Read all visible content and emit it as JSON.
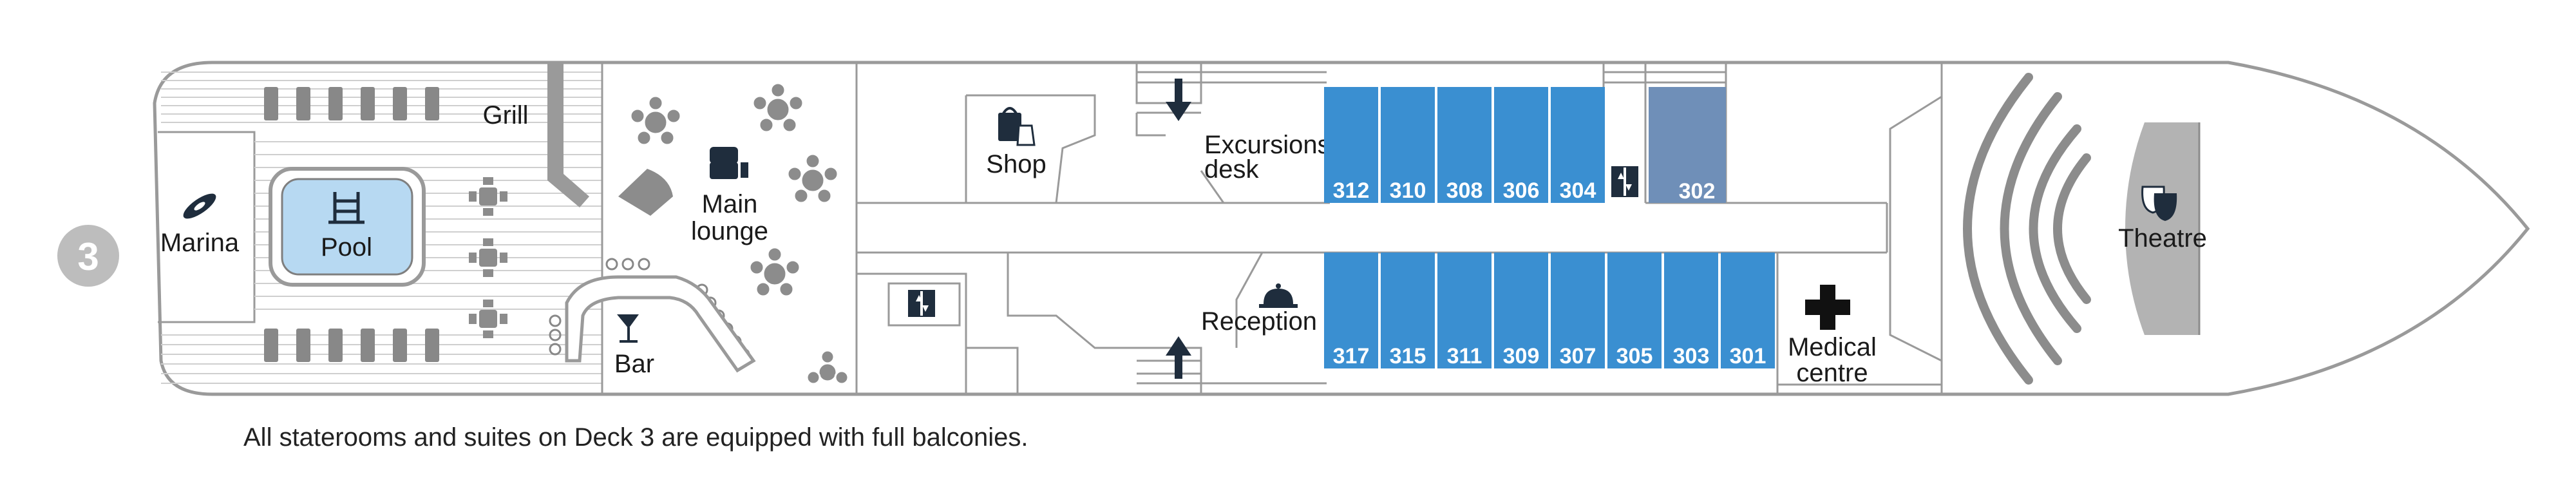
{
  "deck": {
    "number": "3"
  },
  "areas": {
    "marina": "Marina",
    "pool": "Pool",
    "grill": "Grill",
    "bar": "Bar",
    "main_lounge_line1": "Main",
    "main_lounge_line2": "lounge",
    "shop": "Shop",
    "excursions_line1": "Excursions",
    "excursions_line2": "desk",
    "reception": "Reception",
    "medical_line1": "Medical",
    "medical_line2": "centre",
    "theatre": "Theatre"
  },
  "cabins_top": [
    "312",
    "310",
    "308",
    "306",
    "304"
  ],
  "cabin_suite": "302",
  "cabins_bottom": [
    "317",
    "315",
    "311",
    "309",
    "307",
    "305",
    "303",
    "301"
  ],
  "footnote": "All staterooms and suites on Deck 3 are equipped with full balconies.",
  "colors": {
    "cabin": "#3a8fd1",
    "suite": "#6f8fb8",
    "pool_water": "#b7d9f2",
    "theatre_stage": "#b3b3b3",
    "deck_badge": "#bdbdbd",
    "outline": "#9a9a9a",
    "dark": "#1f2d3d"
  },
  "icons": [
    "kayak-icon",
    "pool-ladder-icon",
    "piano-icon",
    "armchair-icon",
    "shopping-bag-icon",
    "elevator-icon",
    "bell-icon",
    "medical-cross-icon",
    "theatre-masks-icon",
    "cocktail-icon",
    "arrow-down-icon",
    "arrow-up-icon"
  ]
}
